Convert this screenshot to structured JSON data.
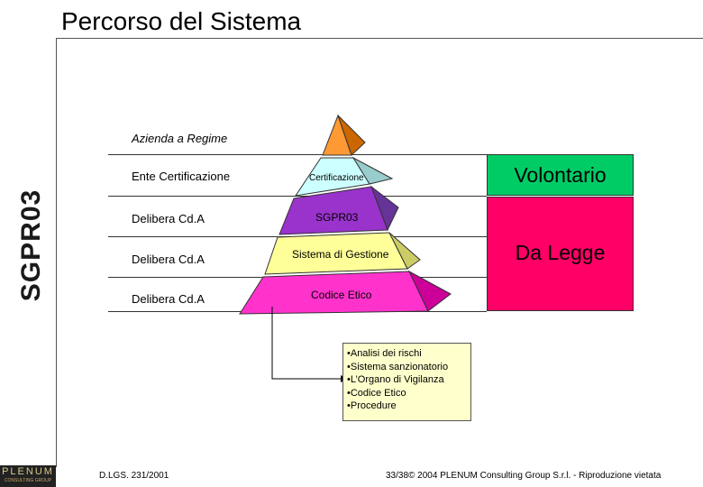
{
  "title": "Percorso del Sistema",
  "side_label": "SGPR03",
  "top_level_label": "Azienda a Regime",
  "rows": [
    {
      "label": "Ente Certificazione",
      "pyramid_text": "Certificazione"
    },
    {
      "label": "Delibera Cd.A",
      "pyramid_text": "SGPR03"
    },
    {
      "label": "Delibera Cd.A",
      "pyramid_text": "Sistema di Gestione"
    },
    {
      "label": "Delibera Cd.A",
      "pyramid_text": "Codice Etico"
    }
  ],
  "boxes": {
    "volontario": "Volontario",
    "da_legge": "Da Legge"
  },
  "info_items": [
    "•Analisi dei rischi",
    "•Sistema sanzionatorio",
    "•L’Organo di Vigilanza",
    "•Codice Etico",
    "•Procedure"
  ],
  "footer": {
    "left": "D.LGS. 231/2001",
    "right": "33/38© 2004 PLENUM Consulting Group S.r.l. - Riproduzione vietata"
  },
  "logo": {
    "name": "PLENUM",
    "sub": "CONSULTING GROUP"
  },
  "colors": {
    "top": "#ff9933",
    "certificazione": "#ccffff",
    "sgpr03": "#9933cc",
    "sistema": "#ffff99",
    "codice": "#ff33cc",
    "volontario": "#00cc66",
    "da_legge": "#ff0066"
  }
}
